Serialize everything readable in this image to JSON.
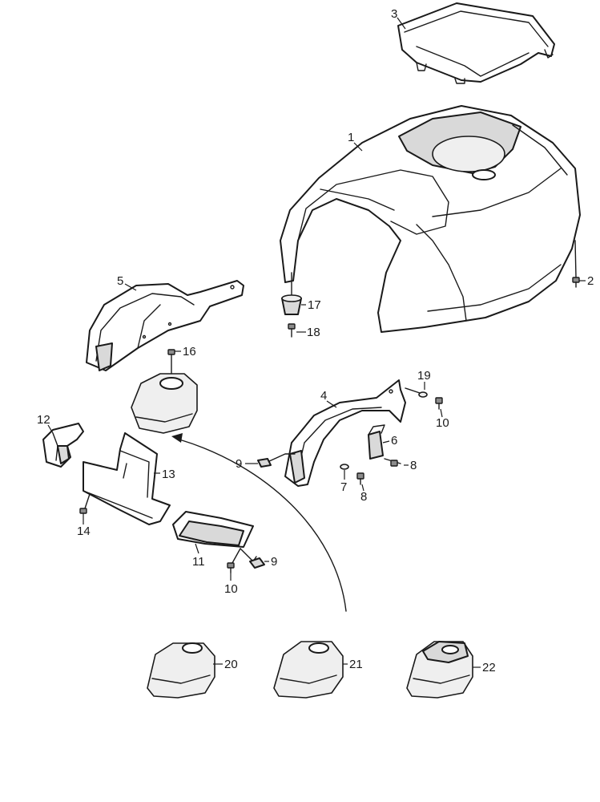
{
  "callouts": [
    {
      "id": "c1",
      "label": "1"
    },
    {
      "id": "c2",
      "label": "2"
    },
    {
      "id": "c3",
      "label": "3"
    },
    {
      "id": "c4",
      "label": "4"
    },
    {
      "id": "c5",
      "label": "5"
    },
    {
      "id": "c6",
      "label": "6"
    },
    {
      "id": "c7",
      "label": "7"
    },
    {
      "id": "c8a",
      "label": "8"
    },
    {
      "id": "c8b",
      "label": "8"
    },
    {
      "id": "c9a",
      "label": "9"
    },
    {
      "id": "c9b",
      "label": "9"
    },
    {
      "id": "c10a",
      "label": "10"
    },
    {
      "id": "c10b",
      "label": "10"
    },
    {
      "id": "c11",
      "label": "11"
    },
    {
      "id": "c12",
      "label": "12"
    },
    {
      "id": "c13",
      "label": "13"
    },
    {
      "id": "c14",
      "label": "14"
    },
    {
      "id": "c16",
      "label": "16"
    },
    {
      "id": "c17",
      "label": "17"
    },
    {
      "id": "c18",
      "label": "18"
    },
    {
      "id": "c19",
      "label": "19"
    },
    {
      "id": "c20",
      "label": "20"
    },
    {
      "id": "c21",
      "label": "21"
    },
    {
      "id": "c22",
      "label": "22"
    }
  ]
}
